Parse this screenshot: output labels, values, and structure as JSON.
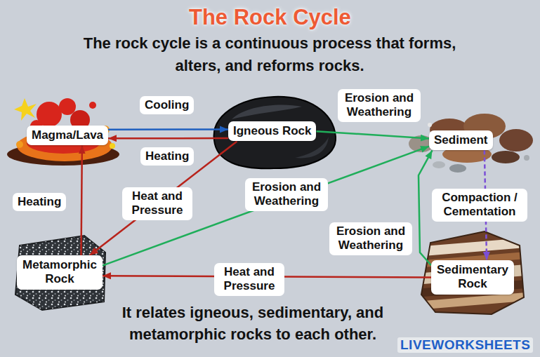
{
  "diagram": {
    "title": "The Rock Cycle",
    "caption": "It relates igneous, sedimentary, and metamorphic rocks to each other.",
    "nodes": [
      {
        "text": [
          "Magma/Lava"
        ]
      },
      {
        "text": [
          "Igneous Rock"
        ]
      },
      {
        "text": [
          "Sediment"
        ]
      },
      {
        "text": [
          "Sedimentary Rock"
        ]
      },
      {
        "text": [
          "Metamorphic Rock"
        ]
      }
    ],
    "edges": [
      {
        "from": 0,
        "to": 1,
        "label": "Cooling",
        "arrow": "to"
      },
      {
        "from": 1,
        "to": 0,
        "label": "Heating",
        "arrow": "to"
      },
      {
        "from": 1,
        "to": 2,
        "label": "Erosion and Weathering",
        "arrow": "to"
      },
      {
        "from": 4,
        "to": 2,
        "label": "Erosion and Weathering",
        "arrow": "to"
      },
      {
        "from": 2,
        "to": 3,
        "label": "Compaction / Cementation",
        "arrow": "to"
      },
      {
        "from": 3,
        "to": 2,
        "label": "Erosion and Weathering",
        "arrow": "to"
      },
      {
        "from": 1,
        "to": 4,
        "label": "Heat and Pressure",
        "arrow": "to"
      },
      {
        "from": 4,
        "to": 0,
        "label": "Heating",
        "arrow": "to"
      },
      {
        "from": 3,
        "to": 4,
        "label": "Heat and Pressure",
        "arrow": "to"
      }
    ],
    "labels": [
      "The rock cycle is a continuous process that forms, alters, and reforms rocks.",
      "LIVEWORKSHEETS"
    ]
  }
}
